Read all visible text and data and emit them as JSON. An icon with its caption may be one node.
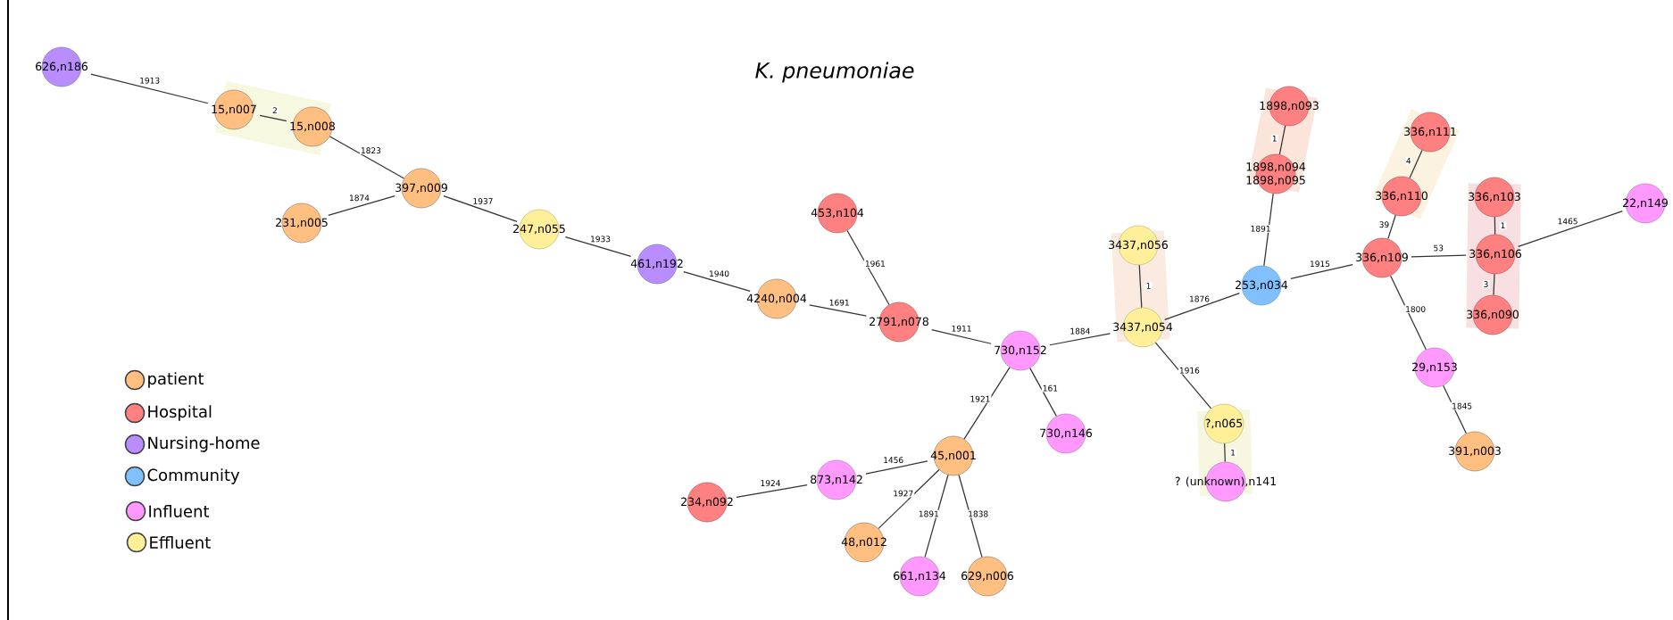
{
  "diagram": {
    "title": "K. pneumoniae",
    "nodes": [
      {
        "text": [
          "626,n186"
        ]
      },
      {
        "text": [
          "15,n007"
        ]
      },
      {
        "text": [
          "15,n008"
        ]
      },
      {
        "text": [
          "397,n009"
        ]
      },
      {
        "text": [
          "231,n005"
        ]
      },
      {
        "text": [
          "247,n055"
        ]
      },
      {
        "text": [
          "461,n192"
        ]
      },
      {
        "text": [
          "4240,n004"
        ]
      },
      {
        "text": [
          "453,n104"
        ]
      },
      {
        "text": [
          "2791,n078"
        ]
      },
      {
        "text": [
          "730,n152"
        ]
      },
      {
        "text": [
          "730,n146"
        ]
      },
      {
        "text": [
          "45,n001"
        ]
      },
      {
        "text": [
          "873,n142"
        ]
      },
      {
        "text": [
          "234,n092"
        ]
      },
      {
        "text": [
          "48,n012"
        ]
      },
      {
        "text": [
          "661,n134"
        ]
      },
      {
        "text": [
          "629,n006"
        ]
      },
      {
        "text": [
          "3437,n056"
        ]
      },
      {
        "text": [
          "3437,n054"
        ]
      },
      {
        "text": [
          "?,n065"
        ]
      },
      {
        "text": [
          "? (unknown),n141"
        ]
      },
      {
        "text": [
          "1898,n093"
        ]
      },
      {
        "text": [
          "1898,n094",
          "1898,n095"
        ]
      },
      {
        "text": [
          "253,n034"
        ]
      },
      {
        "text": [
          "336,n111"
        ]
      },
      {
        "text": [
          "336,n110"
        ]
      },
      {
        "text": [
          "336,n109"
        ]
      },
      {
        "text": [
          "336,n103"
        ]
      },
      {
        "text": [
          "336,n106"
        ]
      },
      {
        "text": [
          "336,n090"
        ]
      },
      {
        "text": [
          "22,n149"
        ]
      },
      {
        "text": [
          "29,n153"
        ]
      },
      {
        "text": [
          "391,n003"
        ]
      }
    ],
    "edges": [
      {
        "from": 0,
        "to": 1,
        "arrow": "none",
        "label": "1913"
      },
      {
        "from": 1,
        "to": 2,
        "arrow": "none",
        "label": "2"
      },
      {
        "from": 2,
        "to": 3,
        "arrow": "none",
        "label": "1823"
      },
      {
        "from": 4,
        "to": 3,
        "arrow": "none",
        "label": "1874"
      },
      {
        "from": 3,
        "to": 5,
        "arrow": "none",
        "label": "1937"
      },
      {
        "from": 5,
        "to": 6,
        "arrow": "none",
        "label": "1933"
      },
      {
        "from": 6,
        "to": 7,
        "arrow": "none",
        "label": "1940"
      },
      {
        "from": 7,
        "to": 9,
        "arrow": "none",
        "label": "1691"
      },
      {
        "from": 8,
        "to": 9,
        "arrow": "none",
        "label": "1961"
      },
      {
        "from": 9,
        "to": 10,
        "arrow": "none",
        "label": "1911"
      },
      {
        "from": 10,
        "to": 19,
        "arrow": "none",
        "label": "1884"
      },
      {
        "from": 10,
        "to": 11,
        "arrow": "none",
        "label": "161"
      },
      {
        "from": 10,
        "to": 12,
        "arrow": "none",
        "label": "1921"
      },
      {
        "from": 12,
        "to": 13,
        "arrow": "none",
        "label": "1456"
      },
      {
        "from": 13,
        "to": 14,
        "arrow": "none",
        "label": "1924"
      },
      {
        "from": 12,
        "to": 15,
        "arrow": "none",
        "label": "1927"
      },
      {
        "from": 12,
        "to": 16,
        "arrow": "none",
        "label": "1891"
      },
      {
        "from": 12,
        "to": 17,
        "arrow": "none",
        "label": "1838"
      },
      {
        "from": 18,
        "to": 19,
        "arrow": "none",
        "label": "1"
      },
      {
        "from": 19,
        "to": 24,
        "arrow": "none",
        "label": "1876"
      },
      {
        "from": 19,
        "to": 20,
        "arrow": "none",
        "label": "1916"
      },
      {
        "from": 20,
        "to": 21,
        "arrow": "none",
        "label": "1"
      },
      {
        "from": 24,
        "to": 23,
        "arrow": "none",
        "label": "1891"
      },
      {
        "from": 23,
        "to": 22,
        "arrow": "none",
        "label": "1"
      },
      {
        "from": 24,
        "to": 27,
        "arrow": "none",
        "label": "1915"
      },
      {
        "from": 27,
        "to": 26,
        "arrow": "none",
        "label": "39"
      },
      {
        "from": 26,
        "to": 25,
        "arrow": "none",
        "label": "4"
      },
      {
        "from": 27,
        "to": 29,
        "arrow": "none",
        "label": "53"
      },
      {
        "from": 28,
        "to": 29,
        "arrow": "none",
        "label": "1"
      },
      {
        "from": 29,
        "to": 30,
        "arrow": "none",
        "label": "3"
      },
      {
        "from": 29,
        "to": 31,
        "arrow": "none",
        "label": "1465"
      },
      {
        "from": 27,
        "to": 32,
        "arrow": "none",
        "label": "1800"
      },
      {
        "from": 32,
        "to": 33,
        "arrow": "none",
        "label": "1845"
      }
    ],
    "legend": [
      {
        "text": "patient",
        "color": "#ffbf80"
      },
      {
        "text": "Hospital",
        "color": "#ff8080"
      },
      {
        "text": "Nursing-home",
        "color": "#b98cff"
      },
      {
        "text": "Community",
        "color": "#80c0ff"
      },
      {
        "text": "Influent",
        "color": "#ff99ff"
      },
      {
        "text": "Effluent",
        "color": "#ffef99"
      }
    ]
  }
}
